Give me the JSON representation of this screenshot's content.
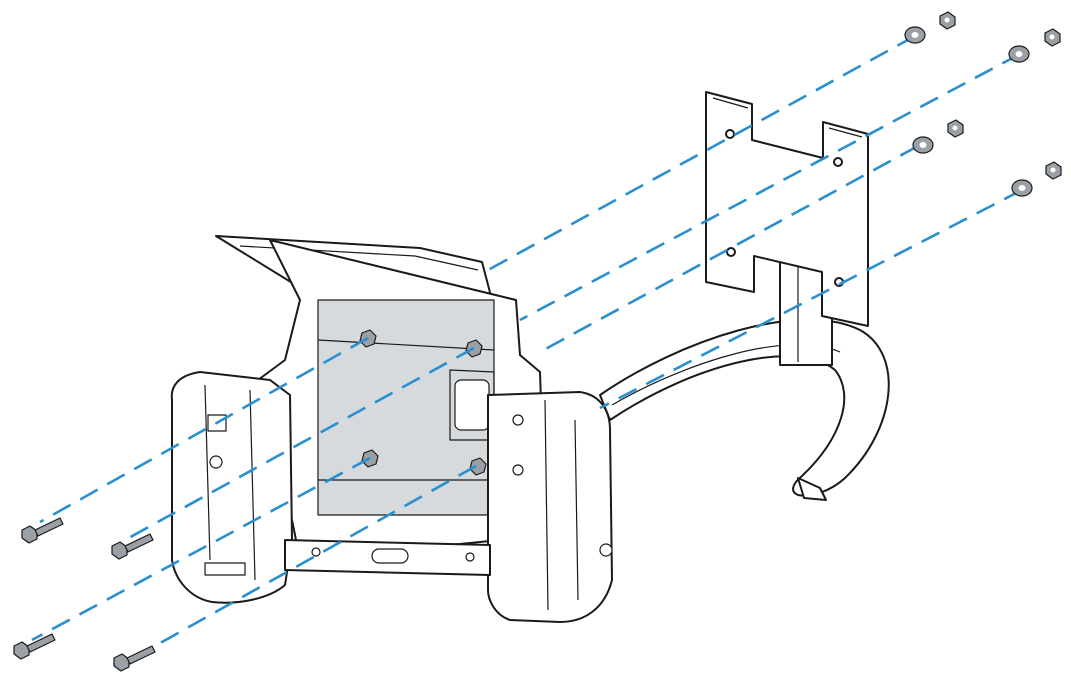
{
  "figure": {
    "components": {
      "mounting_plate": {
        "holes": 4
      },
      "cradle_frame": {
        "studs": 4
      },
      "bracket_arm": {},
      "hardware": {
        "washers": 4,
        "nuts": 4,
        "bolts": 4
      }
    },
    "colors": {
      "line_art": "#1a1a1a",
      "alignment_lines": "#2a8fd0",
      "hardware_fill": "#9aa0a6"
    },
    "alignment_style": "dashed"
  }
}
